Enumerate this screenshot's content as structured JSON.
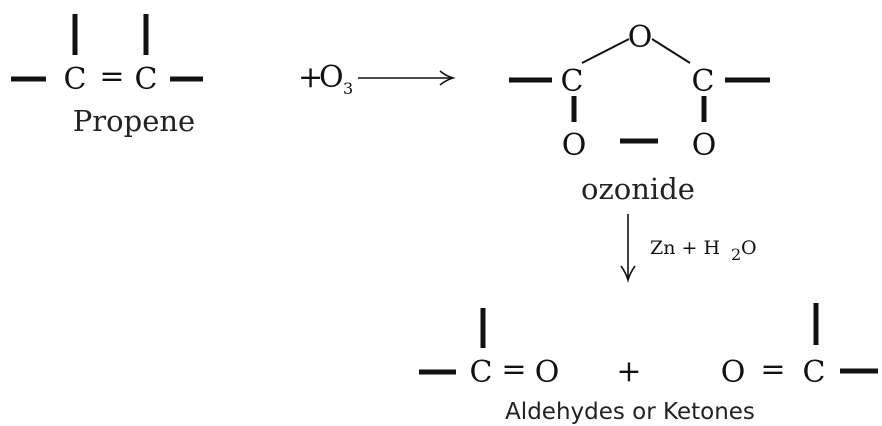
{
  "reactant": {
    "label": "Propene",
    "carbon_symbol": "C",
    "double_bond": "="
  },
  "reagent": {
    "plus": "+",
    "ozone_main": "O",
    "ozone_subscript": "3"
  },
  "intermediate": {
    "label": "ozonide",
    "carbon_symbol": "C",
    "oxygen_symbol": "O"
  },
  "conditions": {
    "prefix": "Zn + H",
    "subscript": "2",
    "suffix": "O"
  },
  "products": {
    "carbon_symbol": "C",
    "oxygen_symbol": "O",
    "double_bond": "=",
    "plus": "+",
    "label": "Aldehydes or Ketones"
  }
}
